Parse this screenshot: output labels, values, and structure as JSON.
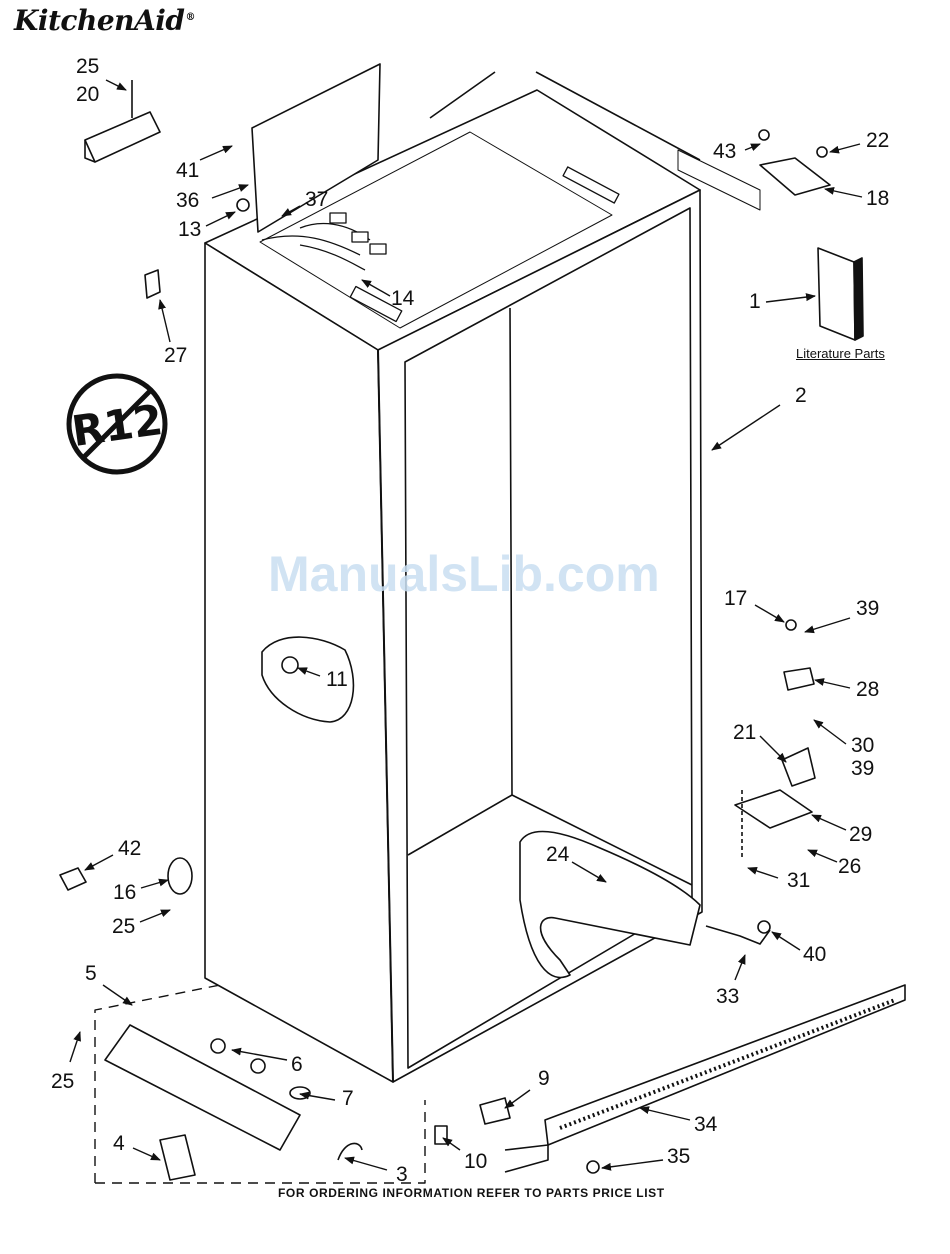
{
  "brand": "KitchenAid",
  "brand_mark": "®",
  "watermark": "ManualsLib.com",
  "no_r12_badge": "R12",
  "literature_label": "Literature Parts",
  "footer": "FOR ORDERING INFORMATION REFER TO PARTS PRICE LIST",
  "callouts": [
    "25",
    "20",
    "41",
    "36",
    "37",
    "13",
    "14",
    "27",
    "43",
    "22",
    "18",
    "1",
    "2",
    "11",
    "17",
    "39",
    "28",
    "21",
    "30",
    "39",
    "29",
    "26",
    "31",
    "24",
    "42",
    "16",
    "25",
    "5",
    "6",
    "7",
    "9",
    "34",
    "33",
    "40",
    "25",
    "4",
    "3",
    "10",
    "35"
  ]
}
